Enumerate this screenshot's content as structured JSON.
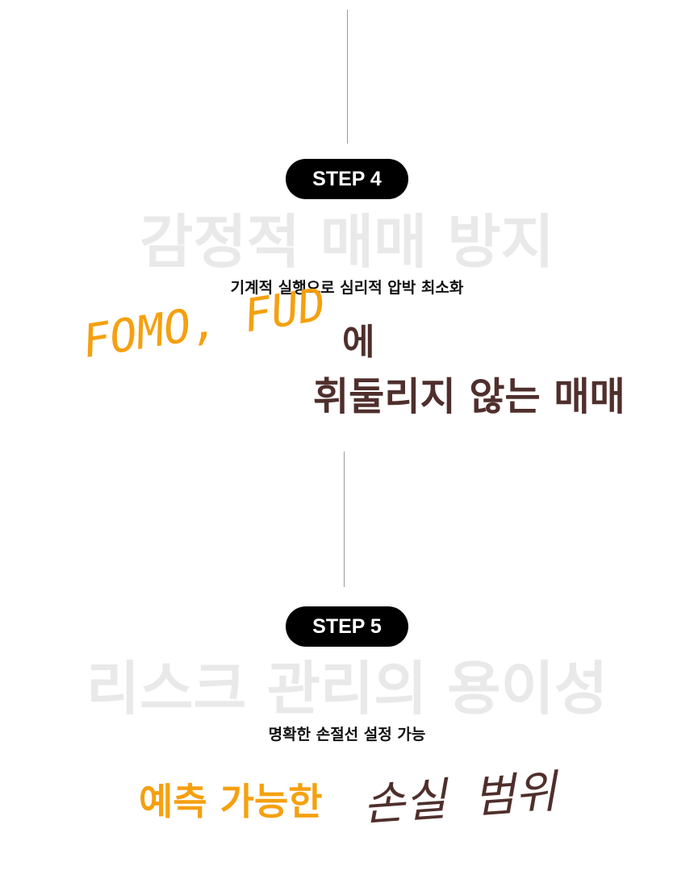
{
  "step4": {
    "badge": "STEP 4",
    "watermark": "감정적 매매 방지",
    "subtitle": "기계적 실행으로 심리적 압박 최소화",
    "headline_script": "FOMO, FUD",
    "headline_suffix": "에",
    "headline_main": "휘둘리지 않는 매매"
  },
  "step5": {
    "badge": "STEP 5",
    "watermark": "리스크 관리의 용이성",
    "subtitle": "명확한 손절선 설정 가능",
    "headline_main": "예측 가능한",
    "headline_script": "손실 범위"
  },
  "colors": {
    "accent": "#f5a00f",
    "brown": "#4f2f2c",
    "badge": "#000000",
    "watermark": "#e9e9e9"
  }
}
